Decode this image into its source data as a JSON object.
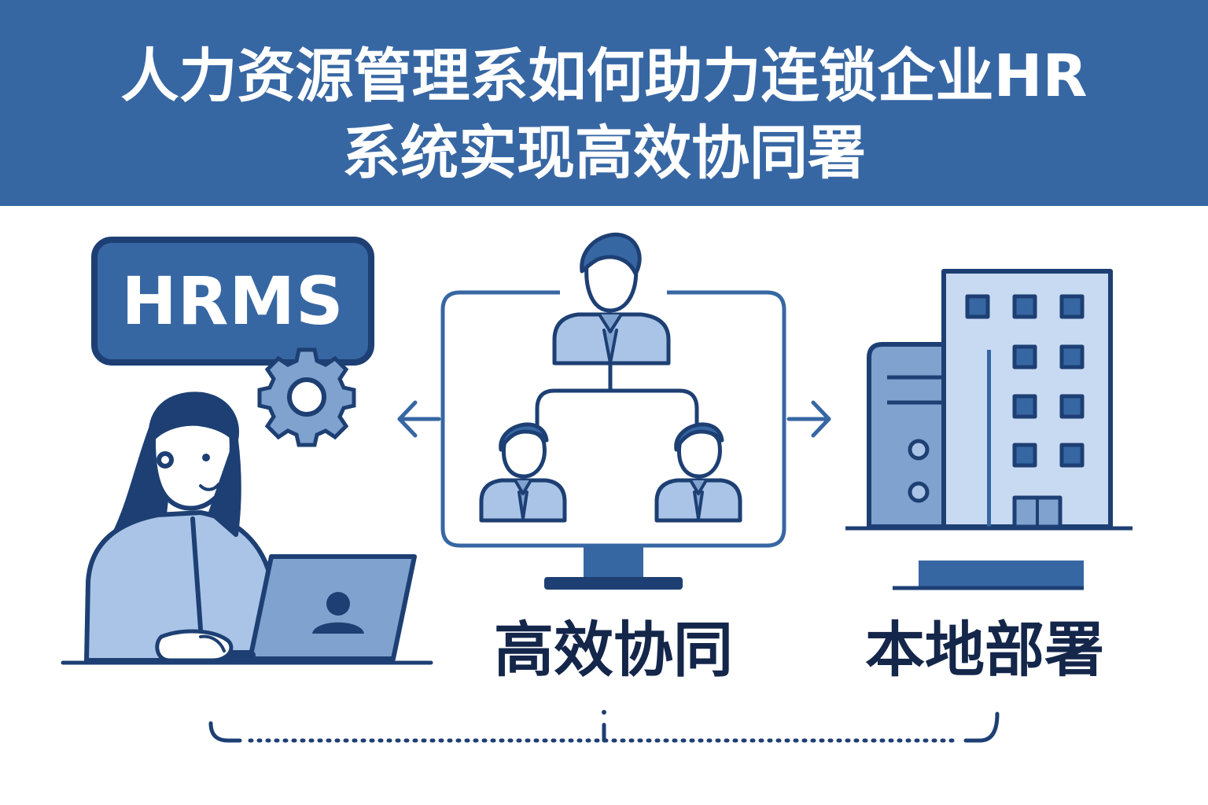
{
  "title": {
    "line1": "人力资源管理系如何助力连锁企业HR",
    "line2": "系统实现高效协同署"
  },
  "hrms_badge": {
    "label": "HRMS"
  },
  "captions": {
    "collaboration": "高效协同",
    "local_deployment": "本地部署"
  },
  "colors": {
    "banner": "#3767a3",
    "navy": "#1d3f73",
    "light_blue": "#a9c4e6",
    "mid_blue": "#7fa2cf",
    "pale_blue": "#c8daf2",
    "text_dark": "#14264a"
  },
  "icons": [
    "gear-icon",
    "woman-at-laptop-icon",
    "user-icon",
    "org-chart-icon",
    "monitor-icon",
    "server-icon",
    "office-building-icon",
    "arrow-left-icon",
    "arrow-right-icon"
  ]
}
